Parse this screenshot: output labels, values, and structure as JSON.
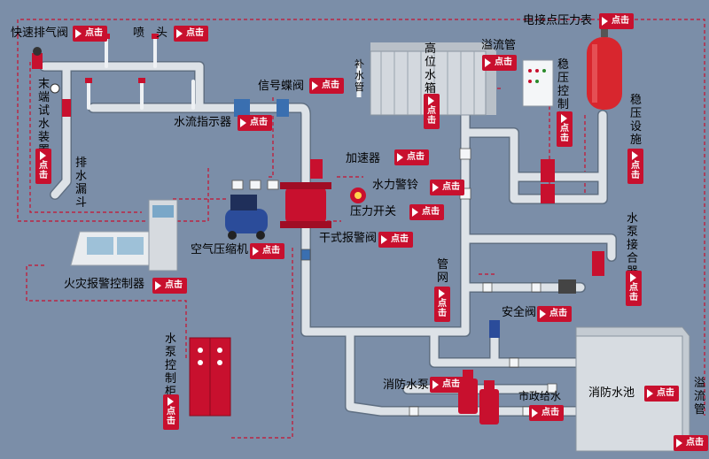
{
  "colors": {
    "background": "#7b8ea8",
    "pipe": "#d8dde2",
    "accent": "#c8102e",
    "dashed_line": "#c8102e"
  },
  "common": {
    "hotspot": "点击"
  },
  "labels": {
    "quick_exhaust_valve": "快速排气阀",
    "sprinkler": "喷　头",
    "pressure_gauge": "电接点压力表",
    "end_test_device": "末端试水装置",
    "drain_funnel": "排水漏斗",
    "signal_butterfly_valve": "信号蝶阀",
    "water_flow_indicator": "水流指示器",
    "make_up_pipe": "补水管",
    "high_tank": "高位水箱",
    "overflow_pipe_top": "溢流管",
    "stabilizer_box": "稳压控制箱",
    "stabilizer_device": "稳压设施",
    "accelerator": "加速器",
    "water_bell": "水力警铃",
    "pressure_switch": "压力开关",
    "dry_alarm_valve": "干式报警阀",
    "air_compressor": "空气压缩机",
    "fire_alarm_panel": "火灾报警控制器",
    "pipe_network": "管网",
    "pump_adapter": "水泵接合器",
    "safety_valve": "安全阀",
    "pump_control_cabinet": "水泵控制柜",
    "fire_pump": "消防水泵",
    "municipal_water": "市政给水",
    "fire_pool": "消防水池",
    "overflow_pipe_right": "溢流管"
  }
}
